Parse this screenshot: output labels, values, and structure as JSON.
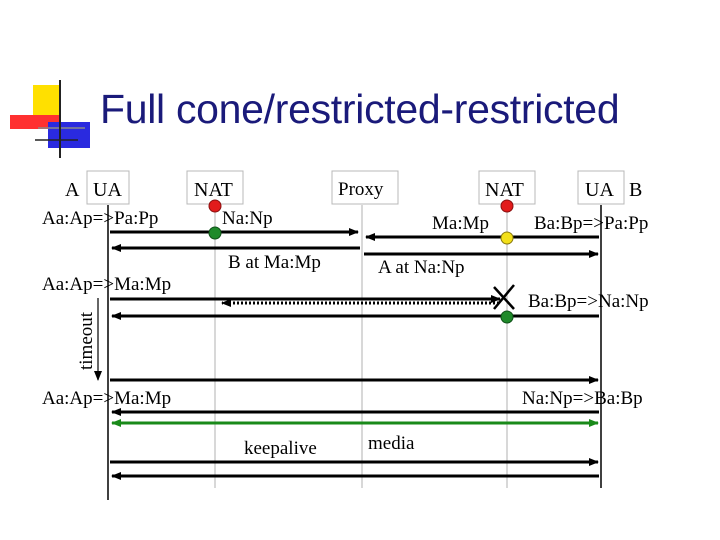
{
  "title": "Full cone/restricted-restricted",
  "colors": {
    "title": "#1a1a7a",
    "logo_yellow": "#ffe000",
    "logo_blue": "#2a2adf",
    "logo_red": "#ff3030",
    "arrow": "#000000",
    "media": "#1a8a1a",
    "dot_red": "#e21b1b",
    "dot_green": "#1f8a2a",
    "dot_yellow": "#f3e01a"
  },
  "icons": [
    "corner-logo-icon",
    "red-dot-icon",
    "green-dot-icon",
    "yellow-dot-icon",
    "x-mark-icon"
  ],
  "entities": {
    "ua_a_side": "A",
    "ua_a": "UA",
    "nat_a": "NAT",
    "proxy": "Proxy",
    "nat_b": "NAT",
    "ua_b": "UA",
    "ua_b_side": "B"
  },
  "labels": {
    "map_a1": "Aa:Ap=>Pa:Pp",
    "nat_a_addr": "Na:Np",
    "nat_b_addr": "Ma:Mp",
    "map_b1": "Ba:Bp=>Pa:Pp",
    "b_at": "B at Ma:Mp",
    "a_at": "A at Na:Np",
    "map_a2": "Aa:Ap=>Ma:Mp",
    "map_b2": "Ba:Bp=>Na:Np",
    "timeout": "timeout",
    "map_a3": "Aa:Ap=>Ma:Mp",
    "map_b3": "Na:Np=>Ba:Bp",
    "keepalive": "keepalive",
    "media": "media"
  }
}
